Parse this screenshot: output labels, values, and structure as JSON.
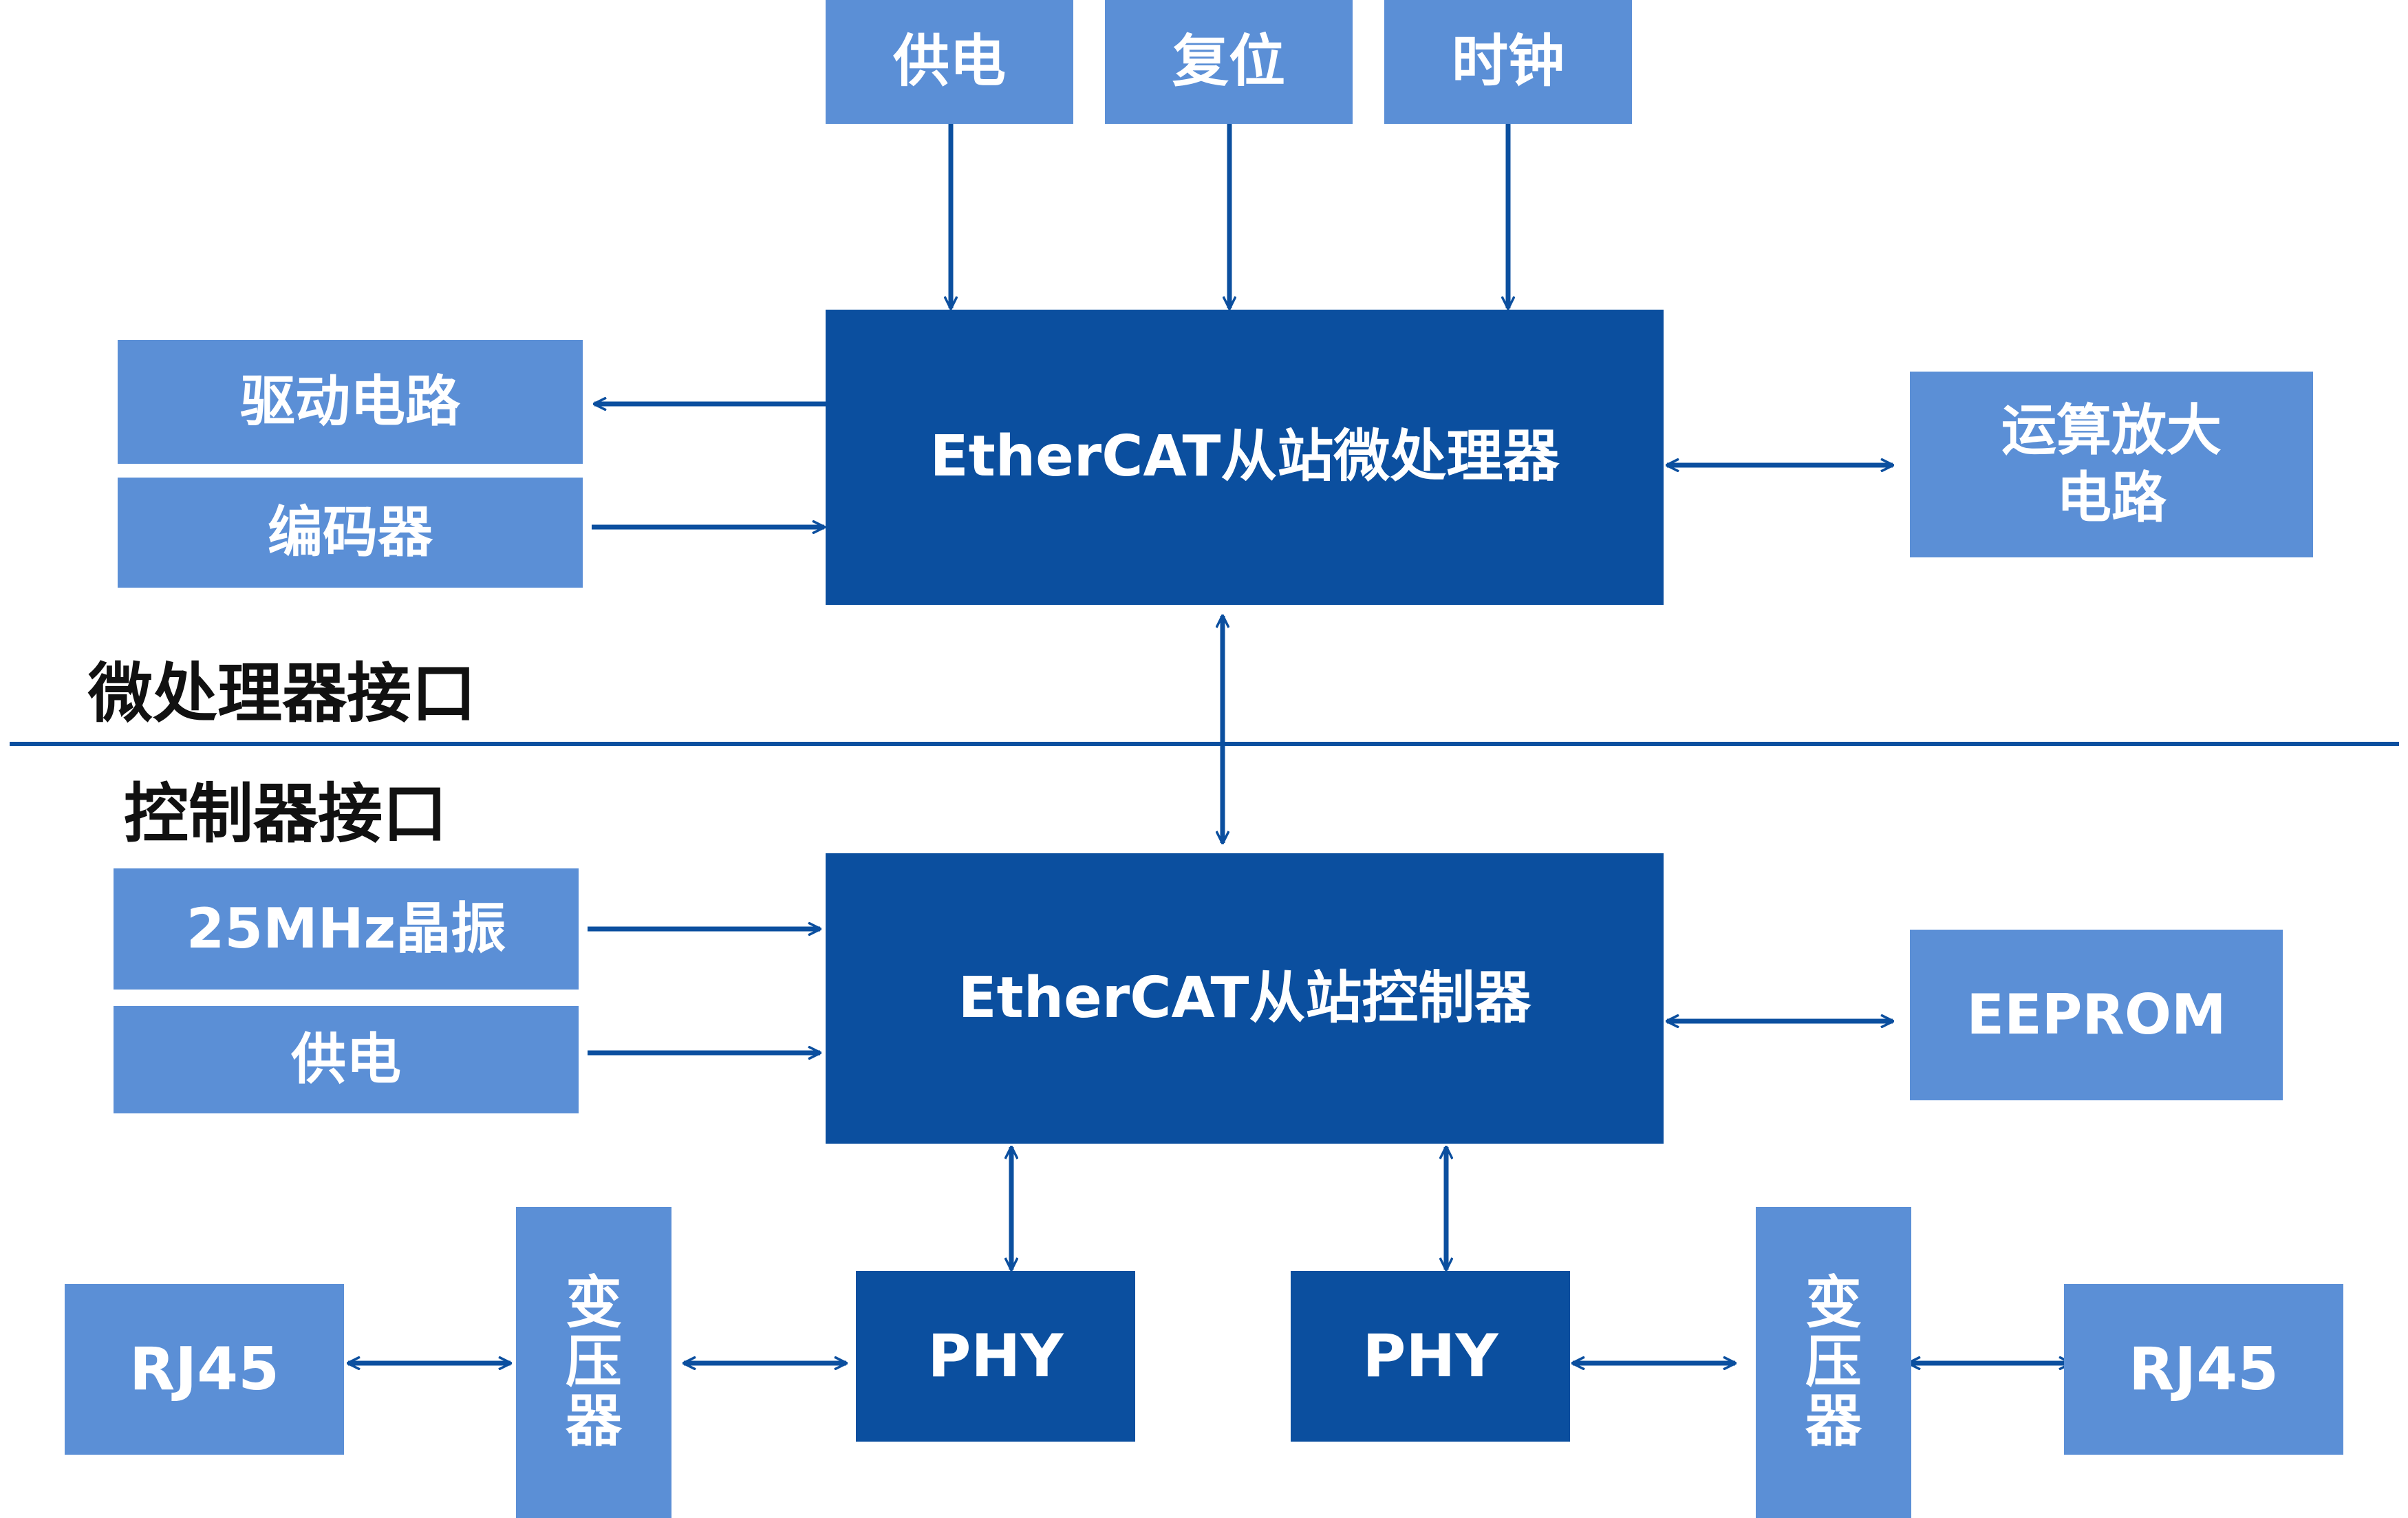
{
  "top_inputs": [
    "供电",
    "复位",
    "时钟"
  ],
  "mcu": {
    "title": "EtherCAT从站微处理器",
    "left": [
      "驱动电路",
      "编码器"
    ],
    "right": "运算放大\n电路"
  },
  "sections": {
    "upper": "微处理器接口",
    "lower": "控制器接口"
  },
  "esc": {
    "title": "EtherCAT从站控制器",
    "left": [
      "25MHz晶振",
      "供电"
    ],
    "right": "EEPROM"
  },
  "ports": {
    "phy_left": "PHY",
    "phy_right": "PHY",
    "transformer_left": [
      "变",
      "压",
      "器"
    ],
    "transformer_right": [
      "变",
      "压",
      "器"
    ],
    "rj45_left": "RJ45",
    "rj45_right": "RJ45"
  },
  "colors": {
    "light_box": "#5b8fd6",
    "dark_box": "#0b4f9f",
    "line": "#0b4f9f"
  }
}
